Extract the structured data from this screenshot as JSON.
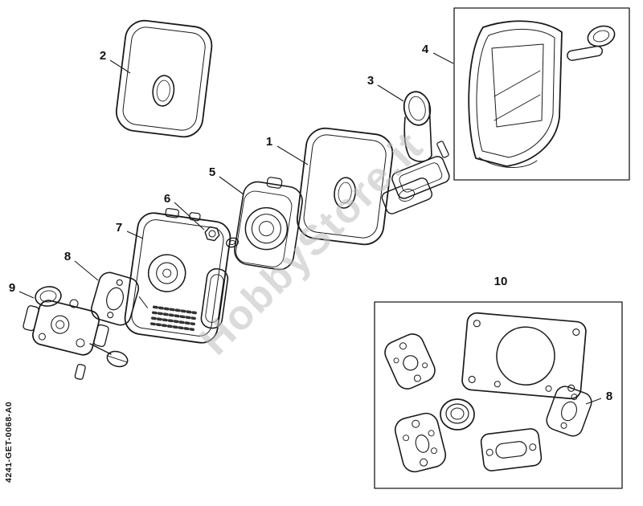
{
  "colors": {
    "line": "#1a1a1a",
    "watermark": "#bfbfbf",
    "background": "#ffffff"
  },
  "watermark": {
    "text": "HobbyStore.it"
  },
  "doc_code": "4241-GET-0068-A0",
  "callouts": {
    "c1": "1",
    "c2": "2",
    "c3": "3",
    "c4": "4",
    "c5": "5",
    "c6": "6",
    "c7": "7",
    "c8a": "8",
    "c8b": "8",
    "c9": "9",
    "c10": "10"
  }
}
